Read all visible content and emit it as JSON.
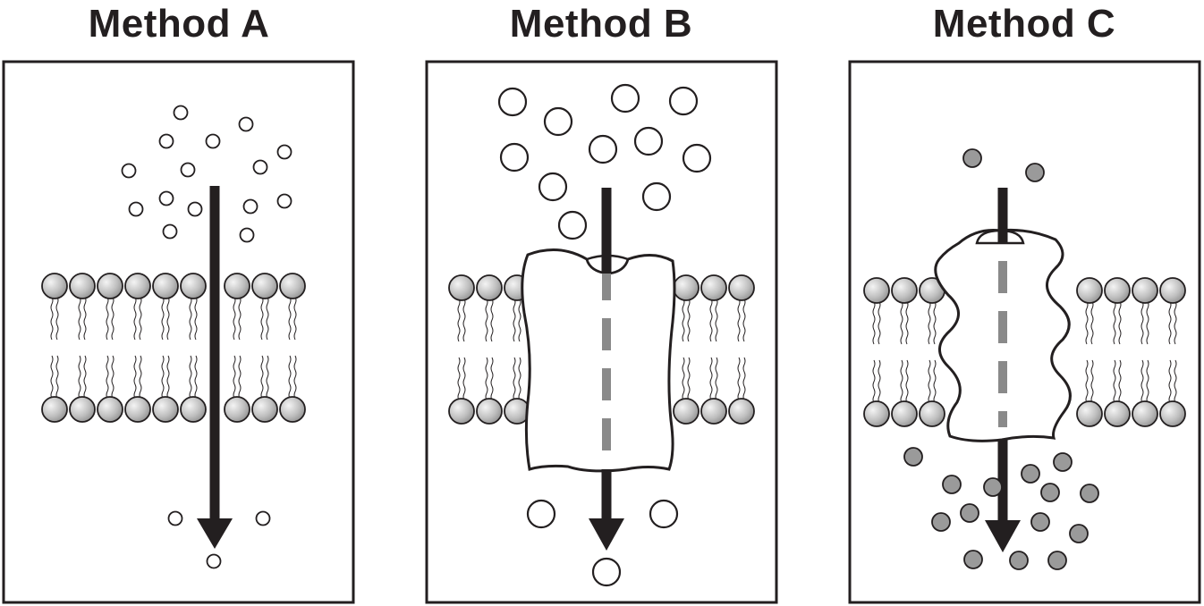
{
  "panels": [
    {
      "title": "Method A",
      "transport": "simple-diffusion",
      "molecule_fill": "#ffffff"
    },
    {
      "title": "Method B",
      "transport": "channel-protein",
      "molecule_fill": "#ffffff"
    },
    {
      "title": "Method C",
      "transport": "carrier-protein",
      "molecule_fill": "#9a9a9a"
    }
  ],
  "colors": {
    "ink": "#231f20",
    "lipid_head": "#c8c8c8",
    "dashed_path": "#8a8a8a"
  }
}
